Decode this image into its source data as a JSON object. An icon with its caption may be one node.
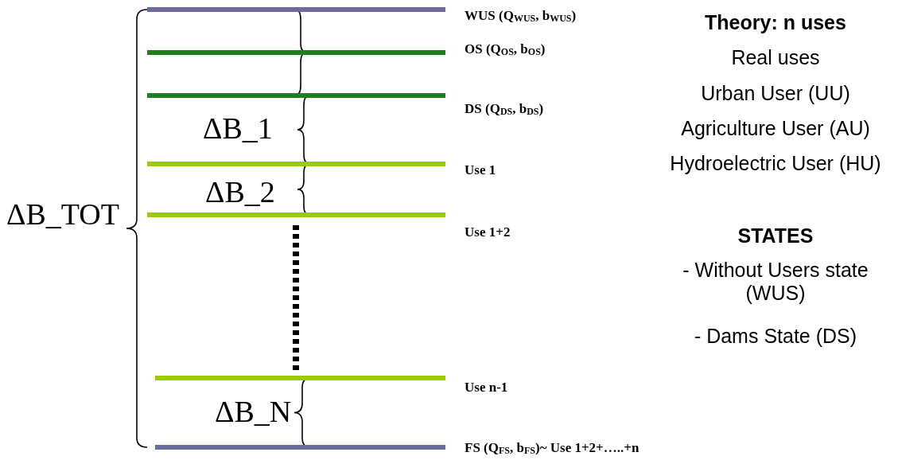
{
  "diagram": {
    "nodes": [
      {
        "text": [],
        "shape": "bar",
        "beside": [
          "WUS (Q$_{WUS}$, b$_{WUS}$)"
        ]
      },
      {
        "text": [],
        "shape": "bar",
        "beside": [
          "OS (Q$_{OS}$, b$_{OS}$)"
        ]
      },
      {
        "text": [],
        "shape": "bar",
        "beside": [
          "DS (Q$_{DS}$, b$_{DS}$)"
        ]
      },
      {
        "text": [],
        "shape": "bar",
        "beside": [
          "Use 1"
        ]
      },
      {
        "text": [],
        "shape": "bar",
        "beside": [
          "Use 1+2"
        ]
      },
      {
        "text": [],
        "shape": "bar",
        "beside": [
          "Use n-1"
        ]
      },
      {
        "text": [],
        "shape": "bar",
        "beside": [
          "FS (Q$_{FS}$, b$_{FS}$)~ Use 1+2+…..+n"
        ]
      }
    ],
    "labels": [
      "Theory: n uses",
      "Real uses",
      "Urban User (UU)",
      "Agriculture User (AU)",
      "Hydroelectric User (HU)",
      "ΔB_1",
      "ΔB_2",
      "ΔB_TOT",
      "STATES",
      "- Without Users state (WUS)",
      "- Dams State (DS)",
      "ΔB_N"
    ]
  }
}
